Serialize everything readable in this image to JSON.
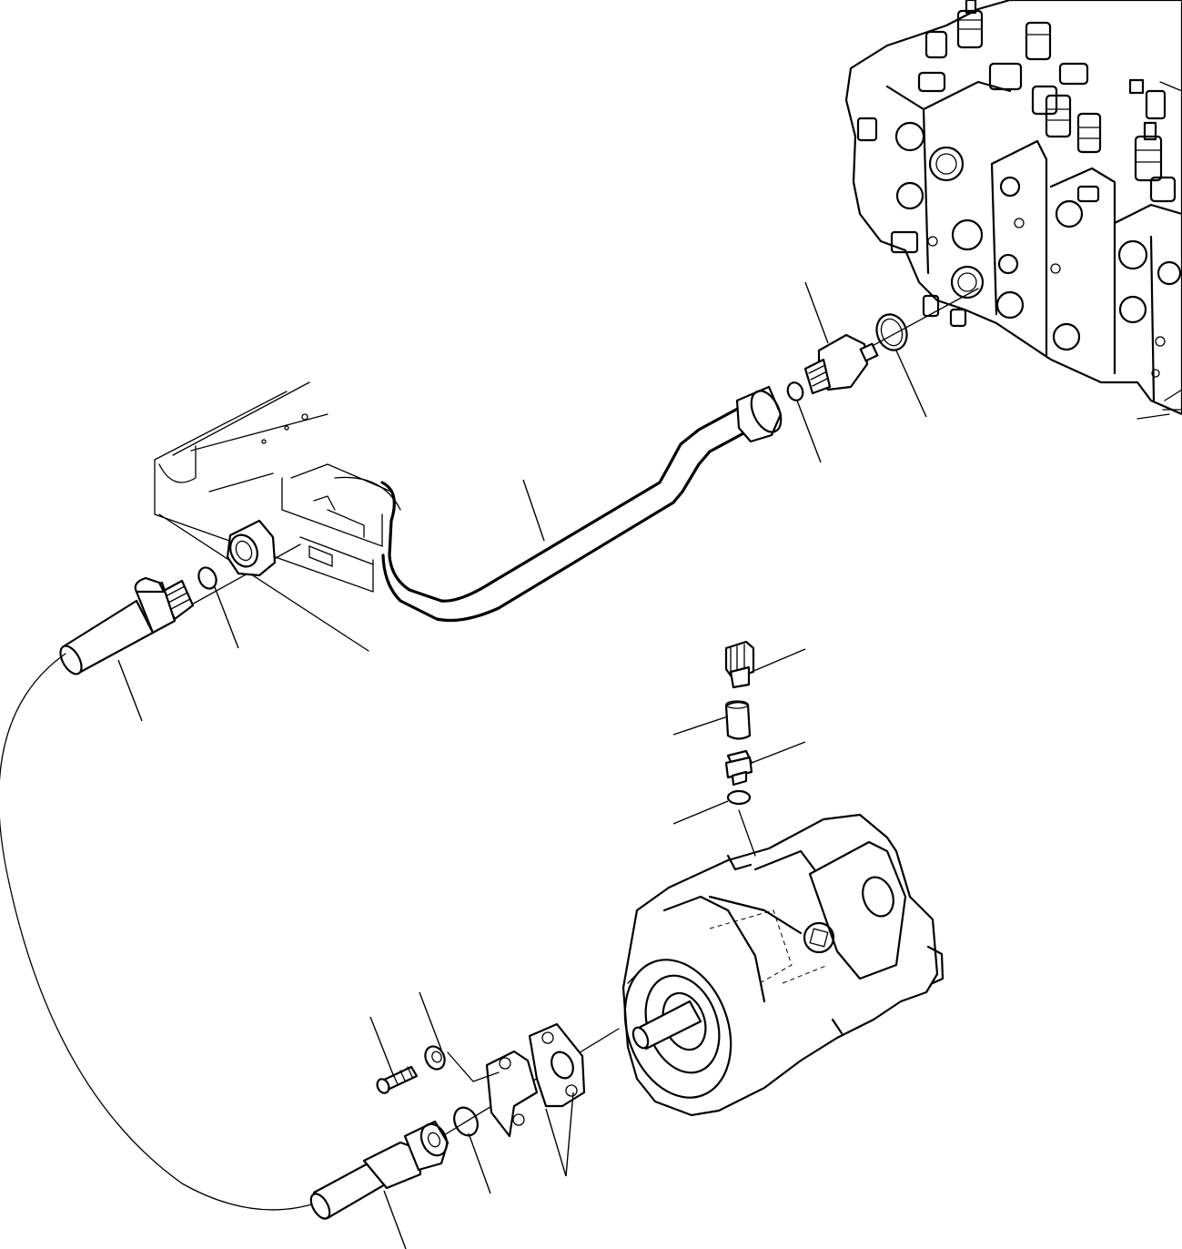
{
  "colors": {
    "line": "#000000",
    "background": "#ffffff"
  },
  "parts": [
    "control-valve",
    "valve-side-adapter",
    "valve-side-o-ring",
    "valve-side-small-o-ring",
    "steel-tube",
    "bracket-clamp",
    "hose-end-upper",
    "hose-upper-o-ring",
    "flexible-hose",
    "hose-end-lower",
    "flange-o-ring",
    "split-flange-halves",
    "flange-bolt",
    "flange-washer",
    "hydraulic-pump",
    "test-port-cap",
    "test-port-fitting",
    "test-port-adapter",
    "test-port-o-ring"
  ]
}
